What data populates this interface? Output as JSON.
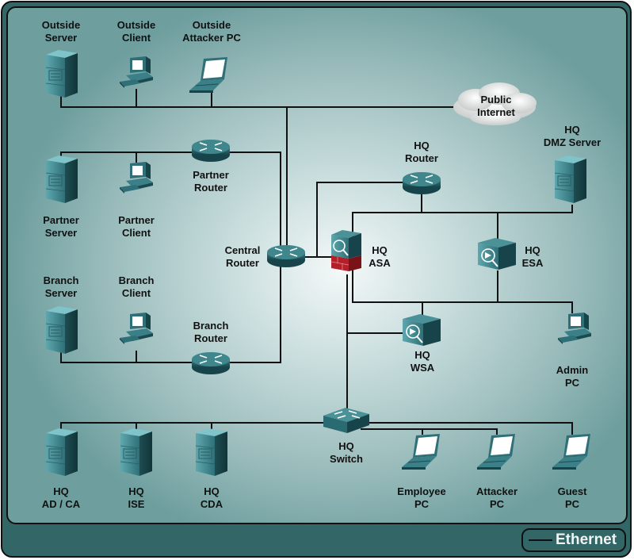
{
  "diagram": {
    "type": "network-topology",
    "legend": {
      "line_label": "Ethernet"
    },
    "nodes": {
      "outside_server": {
        "label": [
          "Outside",
          "Server"
        ],
        "kind": "server"
      },
      "outside_client": {
        "label": [
          "Outside",
          "Client"
        ],
        "kind": "desktop"
      },
      "outside_attacker": {
        "label": [
          "Outside",
          "Attacker PC"
        ],
        "kind": "laptop"
      },
      "public_internet": {
        "label": [
          "Public",
          "Internet"
        ],
        "kind": "cloud"
      },
      "partner_router": {
        "label": [
          "Partner",
          "Router"
        ],
        "kind": "router"
      },
      "partner_server": {
        "label": [
          "Partner",
          "Server"
        ],
        "kind": "server"
      },
      "partner_client": {
        "label": [
          "Partner",
          "Client"
        ],
        "kind": "desktop"
      },
      "central_router": {
        "label": [
          "Central",
          "Router"
        ],
        "kind": "router"
      },
      "branch_server": {
        "label": [
          "Branch",
          "Server"
        ],
        "kind": "server"
      },
      "branch_client": {
        "label": [
          "Branch",
          "Client"
        ],
        "kind": "desktop"
      },
      "branch_router": {
        "label": [
          "Branch",
          "Router"
        ],
        "kind": "router"
      },
      "hq_router": {
        "label": [
          "HQ",
          "Router"
        ],
        "kind": "router"
      },
      "hq_dmz_server": {
        "label": [
          "HQ",
          "DMZ Server"
        ],
        "kind": "server"
      },
      "hq_asa": {
        "label": [
          "HQ",
          "ASA"
        ],
        "kind": "firewall"
      },
      "hq_esa": {
        "label": [
          "HQ",
          "ESA"
        ],
        "kind": "appliance"
      },
      "hq_wsa": {
        "label": [
          "HQ",
          "WSA"
        ],
        "kind": "appliance"
      },
      "admin_pc": {
        "label": [
          "Admin",
          "PC"
        ],
        "kind": "desktop"
      },
      "hq_switch": {
        "label": [
          "HQ",
          "Switch"
        ],
        "kind": "switch"
      },
      "hq_ad_ca": {
        "label": [
          "HQ",
          "AD / CA"
        ],
        "kind": "server"
      },
      "hq_ise": {
        "label": [
          "HQ",
          "ISE"
        ],
        "kind": "server"
      },
      "hq_cda": {
        "label": [
          "HQ",
          "CDA"
        ],
        "kind": "server"
      },
      "employee_pc": {
        "label": [
          "Employee",
          "PC"
        ],
        "kind": "laptop"
      },
      "attacker_pc": {
        "label": [
          "Attacker",
          "PC"
        ],
        "kind": "laptop"
      },
      "guest_pc": {
        "label": [
          "Guest",
          "PC"
        ],
        "kind": "laptop"
      }
    },
    "links": [
      [
        "outside_server",
        "public_internet"
      ],
      [
        "outside_client",
        "public_internet"
      ],
      [
        "outside_attacker",
        "public_internet"
      ],
      [
        "public_internet",
        "central_router"
      ],
      [
        "partner_server",
        "partner_router"
      ],
      [
        "partner_client",
        "partner_router"
      ],
      [
        "partner_router",
        "central_router"
      ],
      [
        "branch_server",
        "branch_router"
      ],
      [
        "branch_client",
        "branch_router"
      ],
      [
        "branch_router",
        "central_router"
      ],
      [
        "central_router",
        "hq_asa"
      ],
      [
        "central_router",
        "hq_router"
      ],
      [
        "hq_router",
        "hq_dmz_server"
      ],
      [
        "hq_router",
        "hq_asa"
      ],
      [
        "hq_router",
        "hq_esa"
      ],
      [
        "hq_asa",
        "hq_esa"
      ],
      [
        "hq_asa",
        "hq_wsa"
      ],
      [
        "hq_asa",
        "admin_pc"
      ],
      [
        "hq_asa",
        "hq_switch"
      ],
      [
        "hq_switch",
        "hq_ad_ca"
      ],
      [
        "hq_switch",
        "hq_ise"
      ],
      [
        "hq_switch",
        "hq_cda"
      ],
      [
        "hq_switch",
        "employee_pc"
      ],
      [
        "hq_switch",
        "attacker_pc"
      ],
      [
        "hq_switch",
        "guest_pc"
      ]
    ]
  }
}
